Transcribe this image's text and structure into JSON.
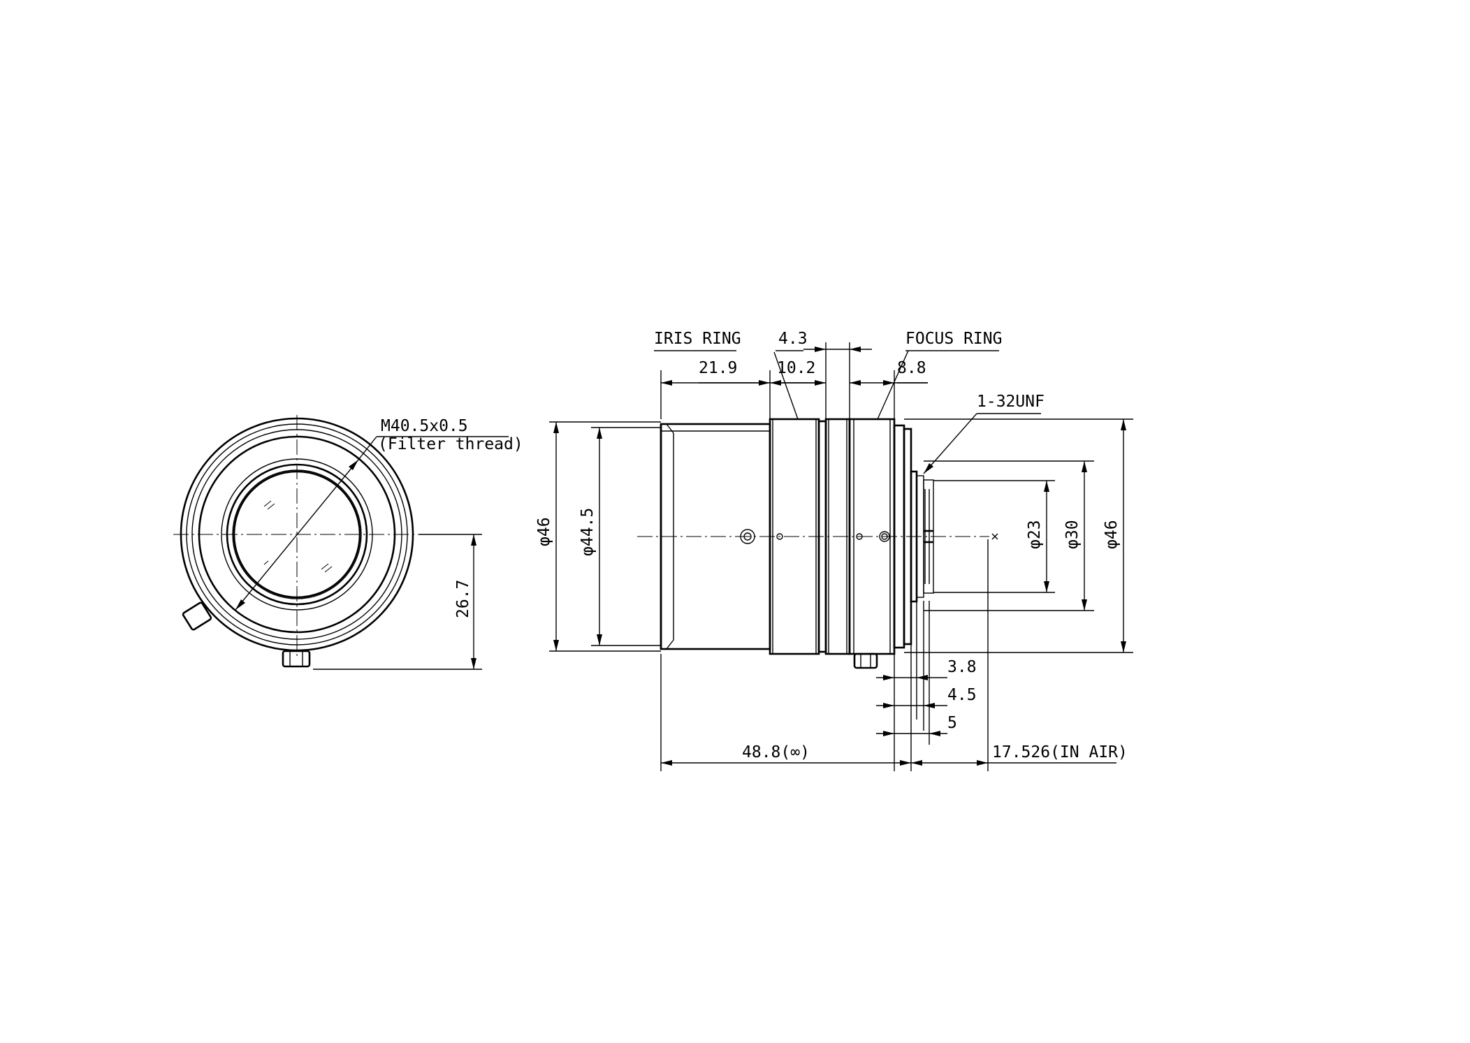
{
  "labels": {
    "filter_thread_size": "M40.5x0.5",
    "filter_thread_note": "(Filter thread)",
    "iris_ring": "IRIS RING",
    "focus_ring": "FOCUS RING",
    "mount_thread": "1-32UNF"
  },
  "dimensions": {
    "front_height": "26.7",
    "body_length_front": "21.9",
    "iris_ring_width": "10.2",
    "gap_width": "4.3",
    "focus_ring_width": "8.8",
    "outer_diameter_left": "φ46",
    "front_diameter": "φ44.5",
    "rear_diameter_inner": "φ23",
    "rear_diameter_outer": "φ30",
    "outer_diameter_right": "φ46",
    "mount_depth_1": "3.8",
    "mount_depth_2": "4.5",
    "mount_depth_3": "5",
    "overall_length": "48.8(∞)",
    "flange_back": "17.526(IN AIR)"
  }
}
